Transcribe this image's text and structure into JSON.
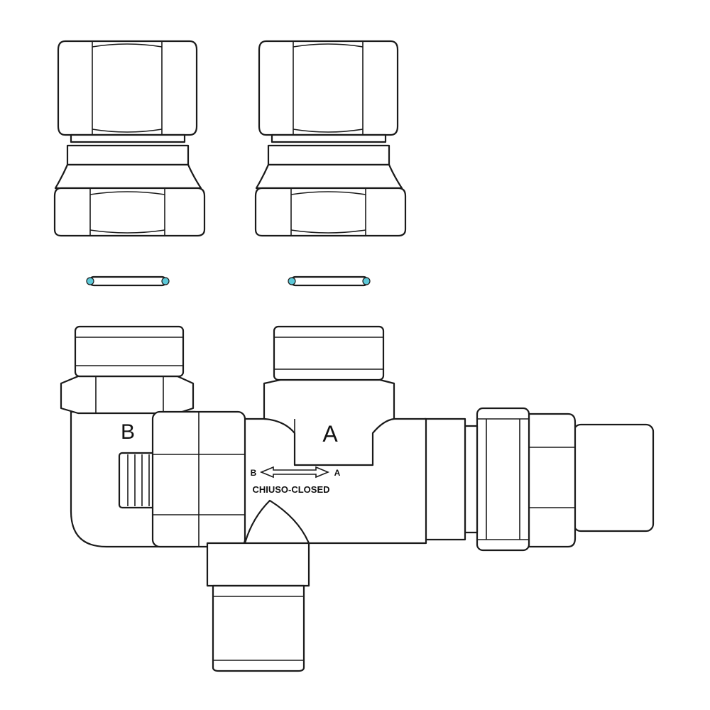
{
  "drawing": {
    "port_left_label": "B",
    "port_right_label": "A",
    "arrow_left_label": "B",
    "arrow_right_label": "A",
    "position_label": "CHIUSO-CLOSED",
    "oring_color": "#5bc8d8"
  }
}
